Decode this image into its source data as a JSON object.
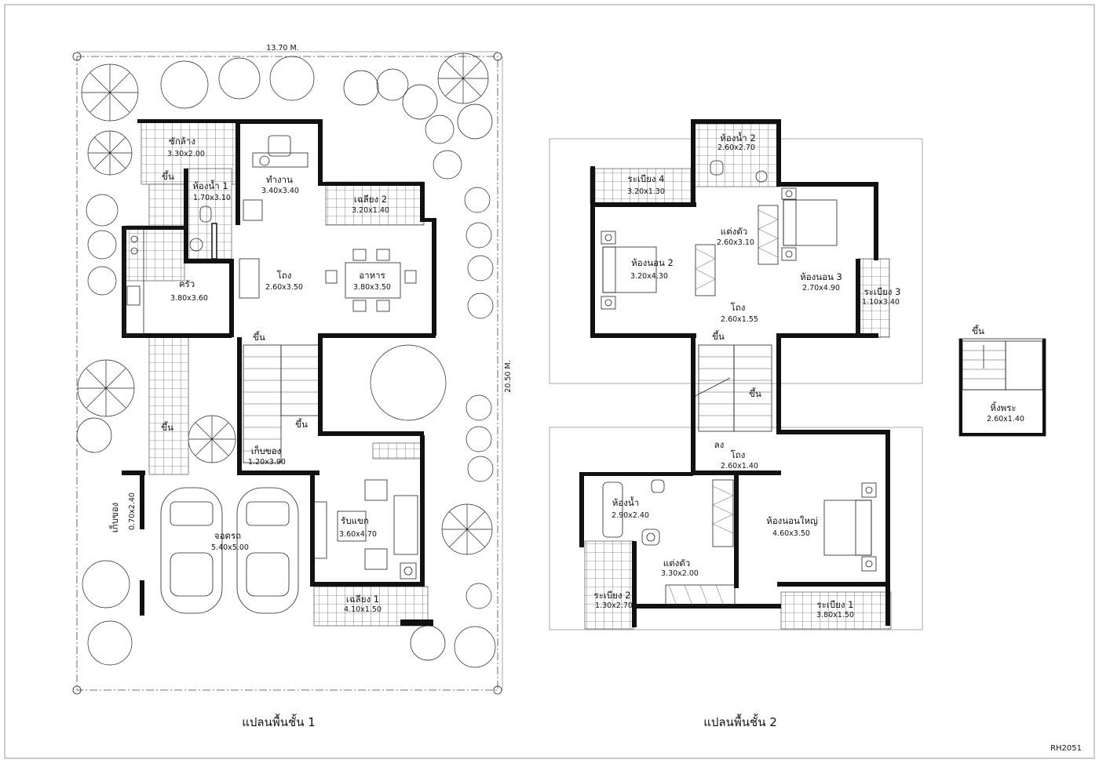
{
  "sheet_code": "RH2051",
  "floor1": {
    "title": "แปลนพื้นชั้น 1",
    "dim_width": "13.70  M.",
    "dim_depth": "20.50  M.",
    "rooms": [
      {
        "name": "ซักล้าง",
        "size": "3.30x2.00"
      },
      {
        "name": "ทำงาน",
        "size": "3.40x3.40"
      },
      {
        "name": "ห้องน้ำ 1",
        "size": "1.70x3.10"
      },
      {
        "name": "เฉลียง 2",
        "size": "3.20x1.40"
      },
      {
        "name": "โถง",
        "size": "2.60x3.50"
      },
      {
        "name": "อาหาร",
        "size": "3.80x3.50"
      },
      {
        "name": "ครัว",
        "size": "3.80x3.60"
      },
      {
        "name": "เก็บของ",
        "size": "1.20x3.90"
      },
      {
        "name": "เก็บของ",
        "size": "0.70x2.40"
      },
      {
        "name": "จอดรถ",
        "size": "5.40x5.00"
      },
      {
        "name": "รับแขก",
        "size": "3.60x4.70"
      },
      {
        "name": "เฉลียง 1",
        "size": "4.10x1.50"
      }
    ],
    "stair_labels": [
      "ขึ้น",
      "ขึ้น",
      "ขึ้น",
      "ขึ้น"
    ]
  },
  "floor2": {
    "title": "แปลนพื้นชั้น 2",
    "rooms": [
      {
        "name": "ห้องน้ำ 2",
        "size": "2.60x2.70"
      },
      {
        "name": "ระเบียง 4",
        "size": "3.20x1.30"
      },
      {
        "name": "แต่งตัว",
        "size": "2.60x3.10"
      },
      {
        "name": "ห้องนอน 2",
        "size": "3.20x4.30"
      },
      {
        "name": "ห้องนอน 3",
        "size": "2.70x4.90"
      },
      {
        "name": "ระเบียง 3",
        "size": "1.10x3.40"
      },
      {
        "name": "โถง",
        "size": "2.60x1.55"
      },
      {
        "name": "โถง",
        "size": "2.60x1.40"
      },
      {
        "name": "ห้องน้ำ",
        "size": "2.90x2.40"
      },
      {
        "name": "ห้องนอนใหญ่",
        "size": "4.60x3.50"
      },
      {
        "name": "แต่งตัว",
        "size": "3.30x2.00"
      },
      {
        "name": "ระเบียง 2",
        "size": "1.30x2.70"
      },
      {
        "name": "ระเบียง 1",
        "size": "3.80x1.50"
      }
    ],
    "stair_labels": [
      "ขึ้น",
      "ขึ้น",
      "ลง"
    ]
  },
  "shrine": {
    "name": "หิ้งพระ",
    "size": "2.60x1.40",
    "stair_label": "ขึ้น"
  }
}
